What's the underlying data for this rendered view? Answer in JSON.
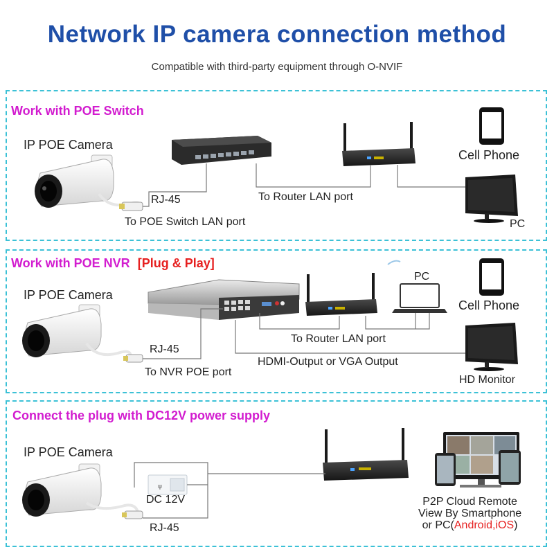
{
  "header": {
    "title": "Network IP camera connection method",
    "subtitle": "Compatible with third-party equipment through O-NVIF"
  },
  "panel1": {
    "title": "Work with POE Switch",
    "camera_label": "IP POE Camera",
    "rj45_label": "RJ-45",
    "switch_port_label": "To POE Switch LAN port",
    "router_port_label": "To Router LAN port",
    "phone_label": "Cell Phone",
    "pc_label": "PC"
  },
  "panel2": {
    "title": "Work with POE NVR",
    "title_suffix": "[Plug & Play]",
    "camera_label": "IP POE Camera",
    "rj45_label": "RJ-45",
    "nvr_port_label": "To NVR POE port",
    "router_port_label": "To Router LAN port",
    "video_out_label": "HDMI-Output or VGA Output",
    "pc_label": "PC",
    "phone_label": "Cell Phone",
    "monitor_label": "HD Monitor"
  },
  "panel3": {
    "title": "Connect the plug with DC12V power supply",
    "camera_label": "IP POE Camera",
    "dc_label": "DC 12V",
    "rj45_label": "RJ-45",
    "remote_line1": "P2P Cloud Remote",
    "remote_line2": "View By Smartphone",
    "remote_line3_prefix": "or PC(",
    "remote_line3_highlight": "Android,iOS",
    "remote_line3_suffix": ")"
  }
}
